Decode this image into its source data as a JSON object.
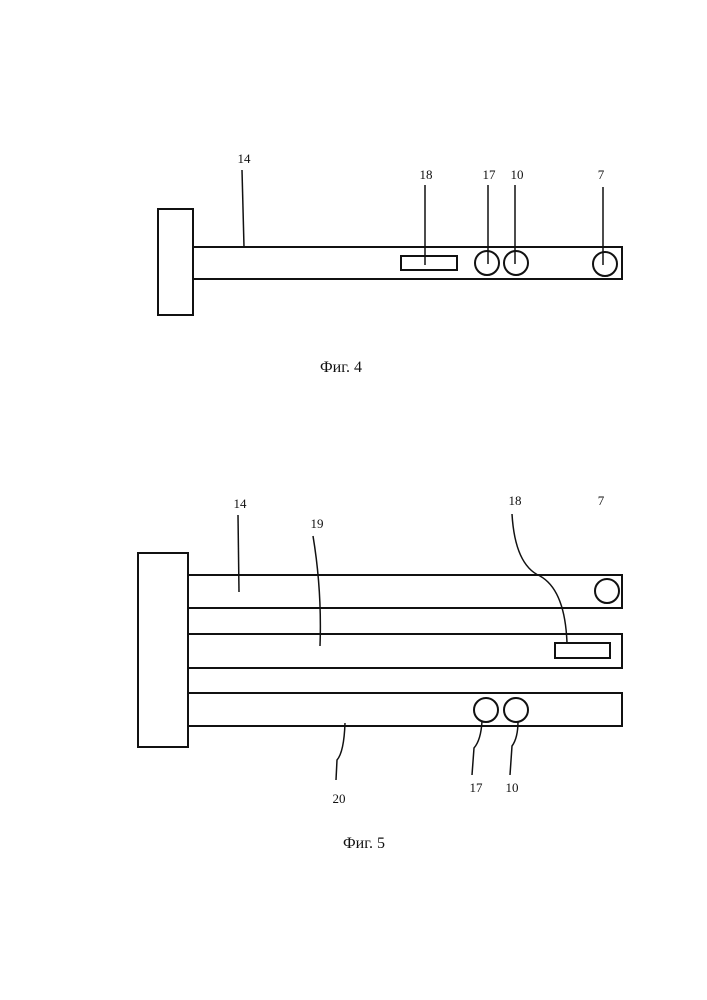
{
  "figure4": {
    "caption": "Фиг. 4",
    "labels": {
      "arm": "14",
      "sensor_rect": "18",
      "circle_a": "17",
      "circle_b": "10",
      "circle_end": "7"
    }
  },
  "figure5": {
    "caption": "Фиг. 5",
    "labels": {
      "arm_top": "14",
      "arm_middle": "19",
      "arm_bottom": "20",
      "sensor_rect": "18",
      "circle_end": "7",
      "circle_a": "17",
      "circle_b": "10"
    }
  }
}
